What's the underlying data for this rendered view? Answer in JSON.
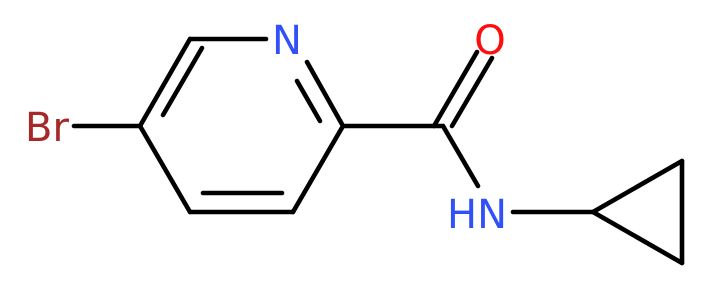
{
  "molecule": {
    "atoms": {
      "bromine": {
        "label": "Br",
        "color": "#a62929"
      },
      "ring_nitrogen": {
        "label": "N",
        "color": "#3050f8"
      },
      "carbonyl_oxygen": {
        "label": "O",
        "color": "#ff0d0d"
      },
      "amide_nh": {
        "label": "HN",
        "color": "#3050f8"
      }
    },
    "bond_color": "#000000",
    "background_color": "#ffffff"
  }
}
